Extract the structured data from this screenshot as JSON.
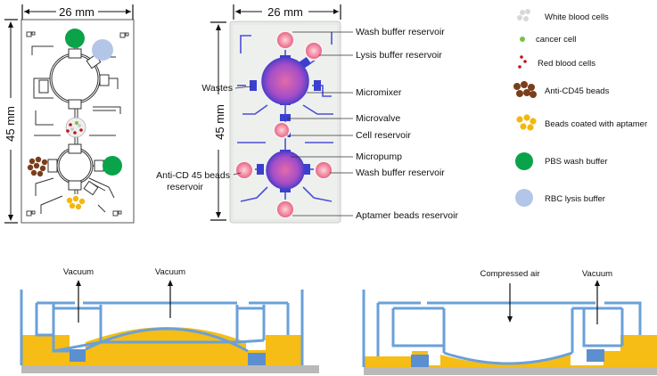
{
  "schematic": {
    "width_label": "26 mm",
    "height_label": "45 mm"
  },
  "photo": {
    "width_label": "26 mm",
    "height_label": "45 mm",
    "labels": {
      "wash_top": "Wash buffer reservoir",
      "lysis": "Lysis buffer reservoir",
      "wastes": "Wastes",
      "micromixer": "Micromixer",
      "microvalve": "Microvalve",
      "cell_reservoir": "Cell reservoir",
      "micropump": "Micropump",
      "anti_cd45_line1": "Anti-CD 45 beads",
      "anti_cd45_line2": "reservoir",
      "wash_bottom": "Wash buffer reservoir",
      "aptamer": "Aptamer beads reservoir"
    }
  },
  "legend": {
    "items": [
      {
        "label": "White blood cells",
        "swatch": "#d8d8d8"
      },
      {
        "label": "cancer cell",
        "swatch": "#7ac04a"
      },
      {
        "label": "Red blood cells",
        "swatch": "#c0151b"
      },
      {
        "label": "Anti-CD45 beads",
        "swatch": "#7b3e1a"
      },
      {
        "label": "Beads coated with aptamer",
        "swatch": "#f3b80f"
      },
      {
        "label": "PBS wash buffer",
        "swatch": "#0aa34a"
      },
      {
        "label": "RBC lysis buffer",
        "swatch": "#b4c6e7"
      }
    ]
  },
  "cross_sections": {
    "left": {
      "arrow1": "Vacuum",
      "arrow2": "Vacuum"
    },
    "right": {
      "arrow1": "Compressed air",
      "arrow2": "Vacuum"
    }
  },
  "colors": {
    "chip_blue": "#3f6fc4",
    "chamber_blue": "#7fa0d3",
    "fluid": "#f6bd16",
    "substrate": "#b9b9b9"
  }
}
